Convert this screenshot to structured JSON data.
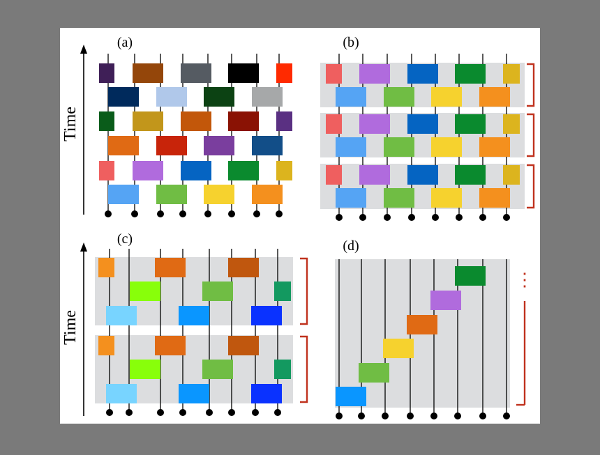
{
  "axis_label": "Time",
  "panels": [
    {
      "label": "(a)"
    },
    {
      "label": "(b)"
    },
    {
      "label": "(c)"
    },
    {
      "label": "(d)"
    }
  ],
  "ellipsis": "⋮",
  "colors": {
    "page_bg": "#7a7a7a",
    "figure_bg": "#ffffff",
    "band_gray": "#dcdddf",
    "bracket": "#c0321e",
    "wire": "#000000",
    "panel_a_rows": [
      [
        "#3f1f57",
        "#94460a",
        "#555b62",
        "#000000",
        "#ff2a00"
      ],
      [
        "#002a5c",
        "#b0c8ea",
        "#0c4213",
        "#a6a8a9"
      ],
      [
        "#0a5c1a",
        "#c2961b",
        "#c2570a",
        "#8a1204",
        "#5a3082"
      ],
      [
        "#e06a14",
        "#c8240a",
        "#7a3e9e",
        "#124e88"
      ],
      [
        "#ef5f5f",
        "#b06bdd",
        "#0564c2",
        "#0a8a2e",
        "#dcb41e"
      ],
      [
        "#55a4f4",
        "#70bd44",
        "#f6d22e",
        "#f4901e"
      ]
    ],
    "panel_b_rows": [
      [
        "#ef5f5f",
        "#b06bdd",
        "#0564c2",
        "#0a8a2e",
        "#dcb41e"
      ],
      [
        "#55a4f4",
        "#70bd44",
        "#f6d22e",
        "#f4901e"
      ]
    ],
    "panel_c_rows": [
      [
        "#f4901e",
        "#e06a14",
        "#c0570e"
      ],
      [
        "#88ff0a",
        "#70bd44",
        "#139960"
      ],
      [
        "#78d4ff",
        "#0a96ff",
        "#0a32ff"
      ]
    ],
    "panel_d_gates": [
      "#0a96ff",
      "#70bd44",
      "#f6d22e",
      "#e06a14",
      "#b06bdd",
      "#0a8a2e"
    ]
  }
}
